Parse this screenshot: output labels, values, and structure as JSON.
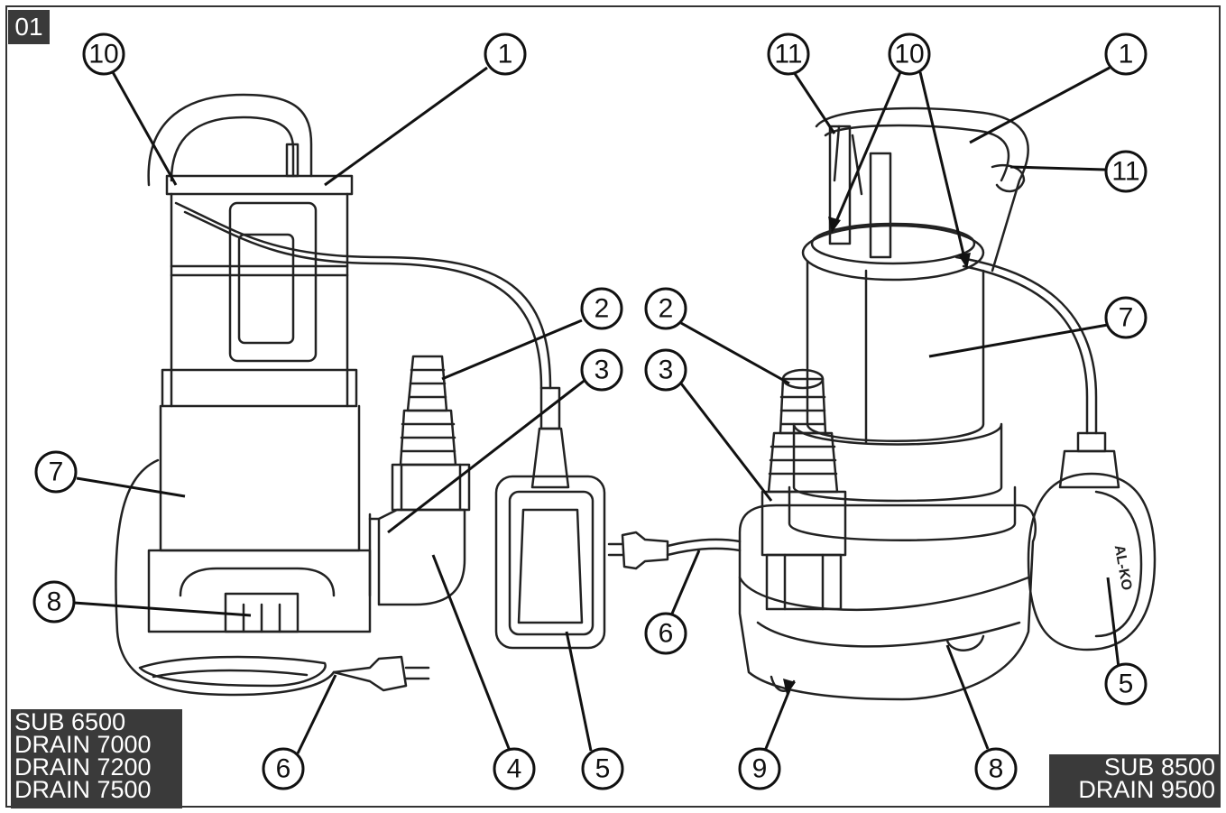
{
  "figure_tag": "01",
  "models_left": [
    "SUB 6500",
    "DRAIN 7000",
    "DRAIN 7200",
    "DRAIN 7500"
  ],
  "models_right": [
    "SUB 8500",
    "DRAIN 9500"
  ],
  "float_brand": "AL-KO",
  "callouts_left": [
    "10",
    "1",
    "2",
    "3",
    "7",
    "8",
    "6",
    "4",
    "5"
  ],
  "callouts_right": [
    "11",
    "10",
    "1",
    "11",
    "2",
    "3",
    "7",
    "6",
    "5",
    "9",
    "8"
  ]
}
